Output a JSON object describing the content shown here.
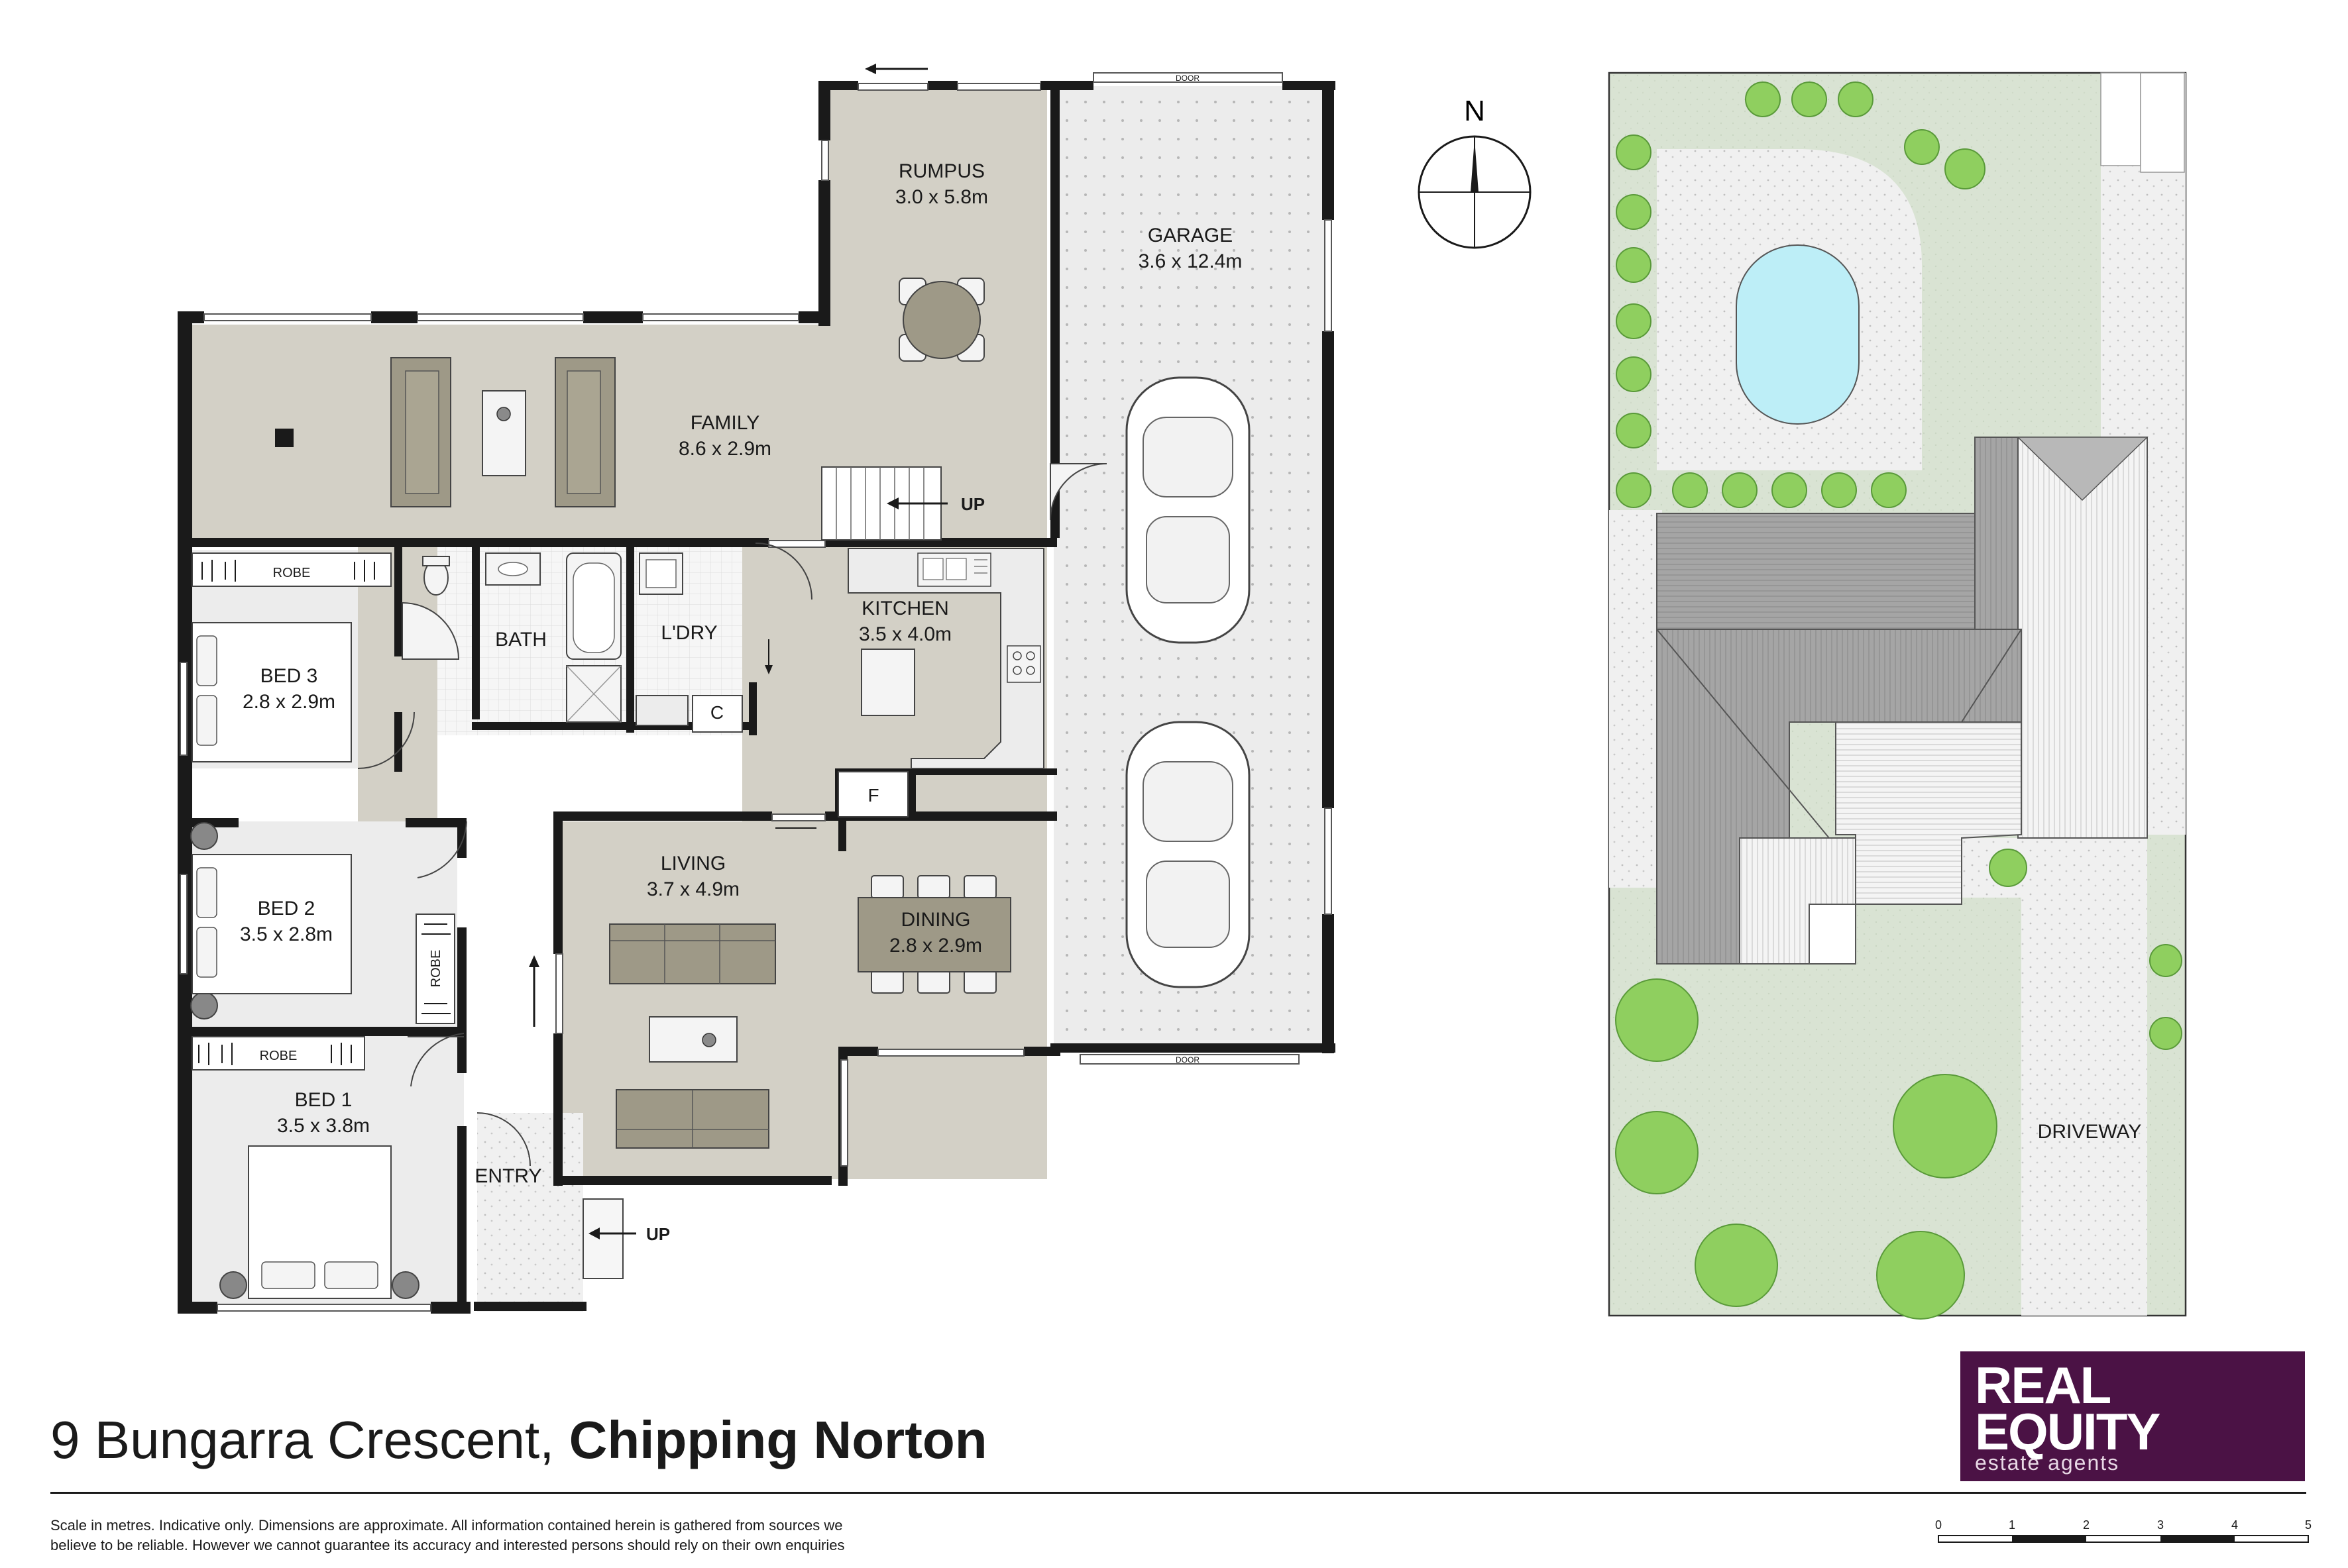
{
  "address": {
    "street": "9 Bungarra Crescent, ",
    "suburb": "Chipping Norton"
  },
  "disclaimer": {
    "line1": "Scale in metres. Indicative only. Dimensions are approximate. All information contained herein is gathered from sources we",
    "line2": "believe to be reliable. However we cannot guarantee its accuracy and interested persons should rely on their own enquiries"
  },
  "agency": {
    "line1": "REAL",
    "line2": "EQUITY",
    "line3": "estate agents",
    "color": "#4b1245"
  },
  "compass": {
    "label": "N"
  },
  "rooms": {
    "rumpus": {
      "name": "RUMPUS",
      "dims": "3.0 x 5.8m"
    },
    "garage": {
      "name": "GARAGE",
      "dims": "3.6 x 12.4m"
    },
    "family": {
      "name": "FAMILY",
      "dims": "8.6 x 2.9m"
    },
    "kitchen": {
      "name": "KITCHEN",
      "dims": "3.5 x 4.0m"
    },
    "bed3": {
      "name": "BED 3",
      "dims": "2.8 x 2.9m"
    },
    "bed2": {
      "name": "BED 2",
      "dims": "3.5 x 2.8m"
    },
    "bed1": {
      "name": "BED 1",
      "dims": "3.5 x 3.8m"
    },
    "living": {
      "name": "LIVING",
      "dims": "3.7 x 4.9m"
    },
    "dining": {
      "name": "DINING",
      "dims": "2.8 x 2.9m"
    },
    "bath": {
      "name": "BATH"
    },
    "laundry": {
      "name": "L'DRY"
    },
    "entry": {
      "name": "ENTRY"
    }
  },
  "labels": {
    "robe": "ROBE",
    "up": "UP",
    "cupboard": "C",
    "fridge": "F",
    "door": "DOOR",
    "driveway": "DRIVEWAY"
  },
  "scale_bar": {
    "ticks": [
      "0",
      "1",
      "2",
      "3",
      "4",
      "5"
    ]
  },
  "colors": {
    "room_fill": "#d3d0c6",
    "bed_fill": "#ececec",
    "garage_fill": "#e8e8e8",
    "lawn": "#d8e2d2",
    "paving": "#ebebeb",
    "pool": "#bdeef7",
    "wall": "#1a1a1a",
    "furniture": "#9e9987"
  }
}
